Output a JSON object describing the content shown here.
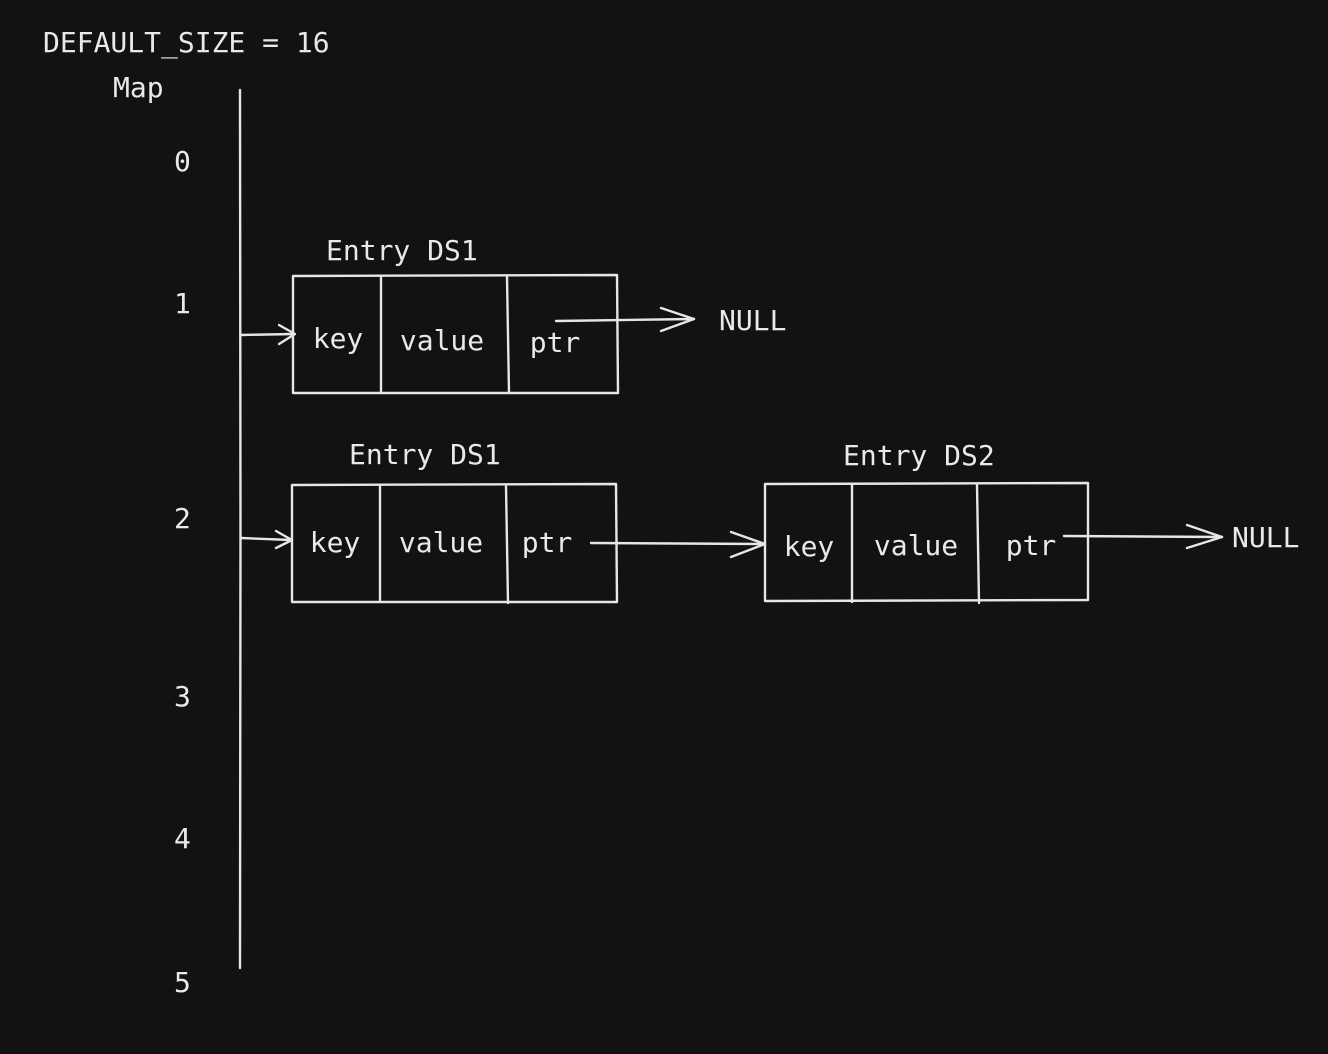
{
  "header": {
    "default_size": "DEFAULT_SIZE = 16",
    "map_label": "Map"
  },
  "indices": [
    "0",
    "1",
    "2",
    "3",
    "4",
    "5"
  ],
  "entries": {
    "row1_first": {
      "title": "Entry DS1",
      "fields": [
        "key",
        "value",
        "ptr"
      ],
      "next": "NULL"
    },
    "row2_first": {
      "title": "Entry DS1",
      "fields": [
        "key",
        "value",
        "ptr"
      ]
    },
    "row2_second": {
      "title": "Entry DS2",
      "fields": [
        "key",
        "value",
        "ptr"
      ],
      "next": "NULL"
    }
  },
  "colors": {
    "background": "#121212",
    "stroke": "#e6e6e6",
    "text": "#e9e9e9"
  }
}
